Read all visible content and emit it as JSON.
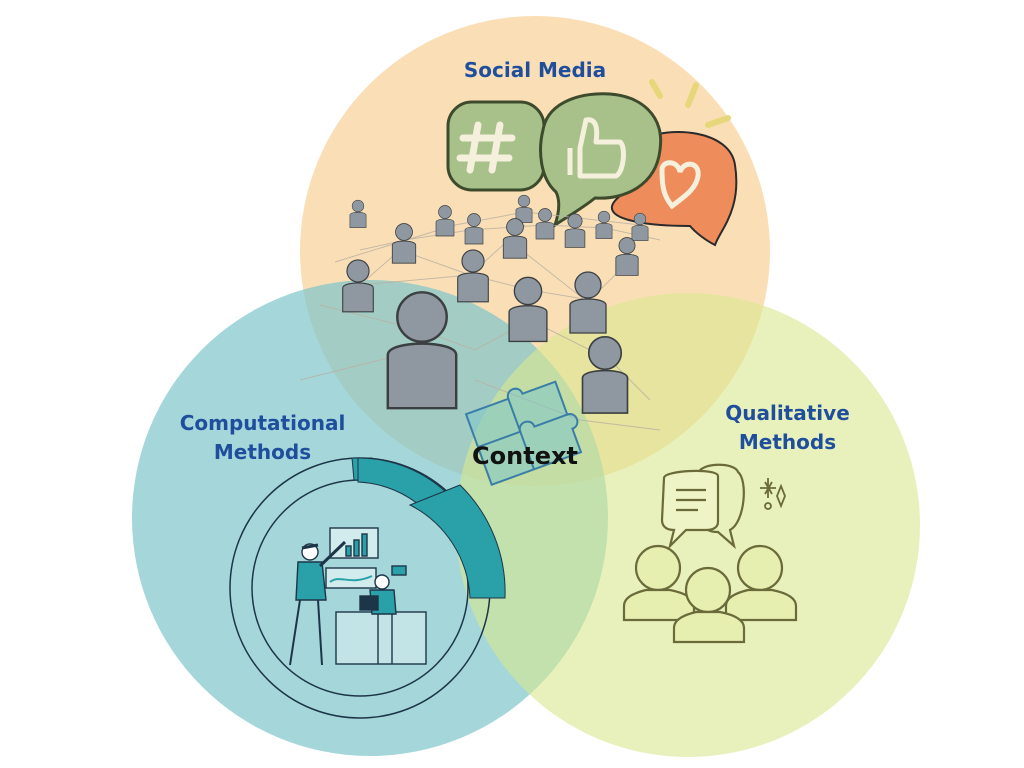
{
  "diagram": {
    "type": "venn",
    "circles": [
      {
        "id": "social",
        "label": "Social Media",
        "color": "#f9d7a4"
      },
      {
        "id": "computational",
        "label": "Computational Methods",
        "label_lines": [
          "Computational",
          "Methods"
        ],
        "color": "#7ec4cb"
      },
      {
        "id": "qualitative",
        "label": "Qualitative Methods",
        "label_lines": [
          "Qualitative",
          "Methods"
        ],
        "color": "#dde99a"
      }
    ],
    "center_label": "Context",
    "icons": [
      "hashtag-bubble-icon",
      "thumbs-up-bubble-icon",
      "heart-bubble-icon",
      "people-network-icon",
      "puzzle-icon",
      "data-analysts-icon",
      "donut-chart-icon",
      "chat-bubbles-icon",
      "sparkle-icon",
      "group-of-people-icon"
    ]
  },
  "colors": {
    "label_blue": "#1f4f9c",
    "context_text": "#111111",
    "orange_bubble": "#ef8c5c",
    "green_bubble": "#a8c08a",
    "people_gray": "#8f98a0",
    "teal_chart": "#2aa0a8",
    "olive_outline": "#6b6a3a",
    "dark_navy": "#1d3548"
  }
}
